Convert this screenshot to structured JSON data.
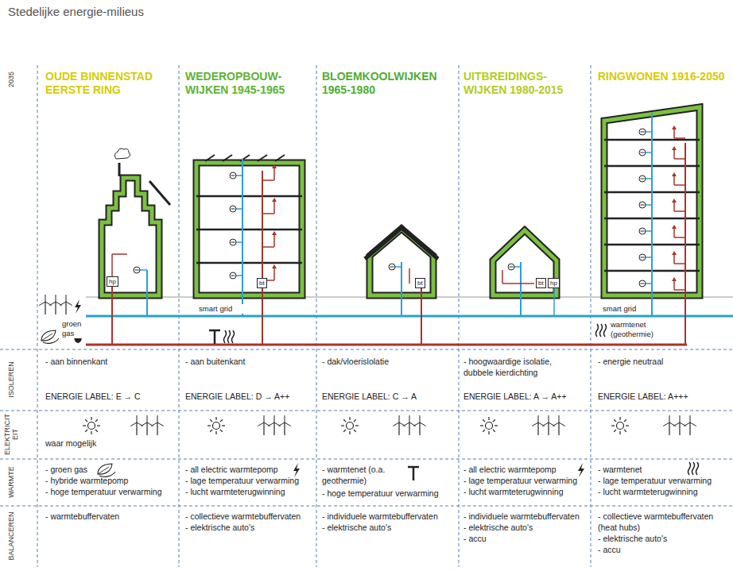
{
  "diagram": {
    "title": "Stedelijke energie-milieus",
    "nodes": [
      {
        "text": [
          "hp"
        ]
      },
      {
        "text": [
          "bt"
        ]
      },
      {
        "text": [
          "bt"
        ]
      },
      {
        "text": [
          "bt"
        ]
      },
      {
        "text": [
          "hp"
        ]
      }
    ],
    "labels": [
      "2035",
      "OUDE BINNENSTAD EERSTE RING",
      "WEDEROPBOUW- WIJKEN 1945-1965",
      "BLOEMKOOLWIJKEN 1965-1980",
      "UITBREIDINGS- WIJKEN 1980-2015",
      "RINGWONEN 1916-2050",
      "groen gas",
      "smart grid",
      "smart grid",
      "warmtenet (geothermie)",
      "ISOLEREN",
      "- aan binnenkant",
      "ENERGIE LABEL: E → C",
      "- aan buitenkant",
      "ENERGIE LABEL: D → A++",
      "- dak/vloerislolatie",
      "ENERGIE LABEL: C → A",
      "- hoogwaardige isolatie, dubbele kierdichting",
      "ENERGIE LABEL: A → A++",
      "- energie neutraal",
      "ENERGIE LABEL: A+++",
      "ELEKTRICITEIT",
      "waar mogelijk",
      "WARMTE",
      "- groen gas",
      "- hybride warmtepomp",
      "- hoge temperatuur verwarming",
      "- all electric warmtepomp",
      "- lage temperatuur verwarming",
      "- lucht warmteterugwinning",
      "- warmtenet (o.a. geothermie)",
      "- hoge temperatuur verwarming",
      "- all electric warmtepomp",
      "- lage temperatuur verwarming",
      "- lucht warmteterugwinning",
      "- warmtenet",
      "- lage temperatuur verwarming",
      "- lucht warmteterugwinning",
      "BALANCEREN",
      "- warmtebuffervaten",
      "- collectieve warmtebuffervaten",
      "- elektrische auto's",
      "- individuele warmtebuffervaten",
      "- elektrische auto's",
      "- individuele warmtebuffervaten",
      "- elektrische auto's",
      "- accu",
      "- collectieve warmtebuffervaten (heat hubs)",
      "- elektrische auto's",
      "- accu"
    ]
  }
}
